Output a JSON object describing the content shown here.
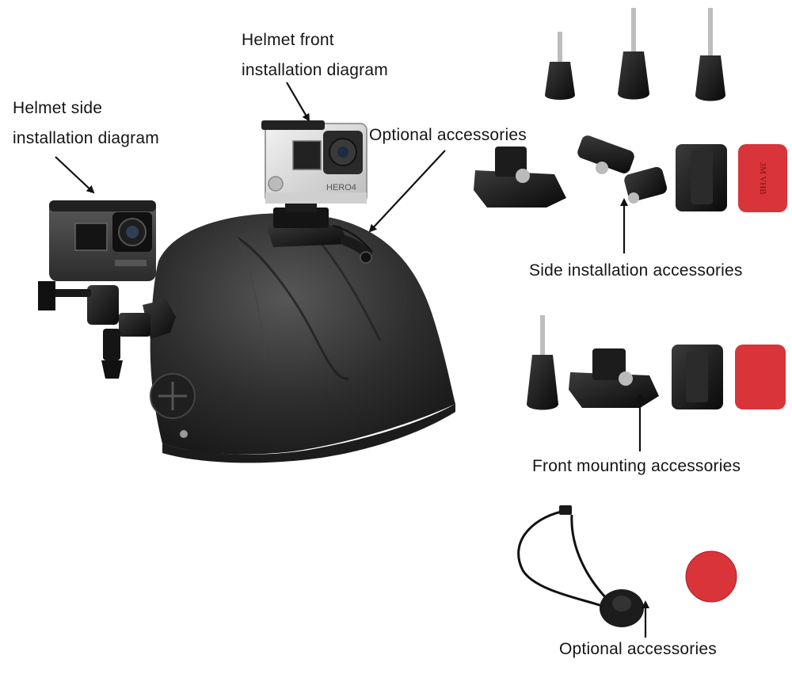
{
  "labels": {
    "helmet_side": [
      "Helmet side",
      "installation diagram"
    ],
    "helmet_front": [
      "Helmet front",
      "installation diagram"
    ],
    "optional_top": "Optional accessories",
    "side_accessories": "Side installation accessories",
    "front_accessories": "Front mounting accessories",
    "optional_bottom": "Optional accessories"
  },
  "product_text": {
    "camera_model": "HERO4",
    "adhesive_brand": "3M VHB"
  },
  "colors": {
    "background": "#ffffff",
    "helmet": "#2c2c2c",
    "mount": "#111111",
    "adhesive_pad": "#d8343a",
    "camera_housing": "#d9d9d9",
    "camera_body": "#3a3a3a"
  }
}
